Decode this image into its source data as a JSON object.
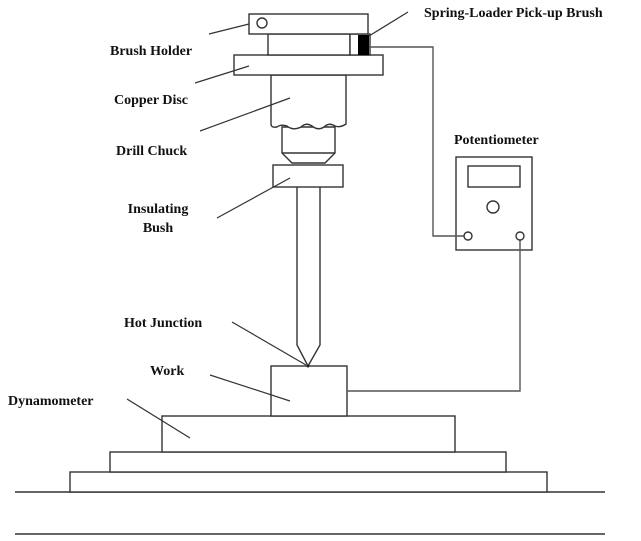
{
  "diagram": {
    "title": "Drill tool-work thermocouple setup",
    "labels": {
      "brush_holder": "Brush Holder",
      "spring_brush": "Spring-Loader Pick-up Brush",
      "copper_disc": "Copper Disc",
      "drill_chuck": "Drill Chuck",
      "insulating_line1": "Insulating",
      "insulating_line2": "Bush",
      "potentiometer": "Potentiometer",
      "hot_junction": "Hot Junction",
      "work": "Work",
      "dynamometer": "Dynamometer"
    },
    "colors": {
      "line": "#333333",
      "brush": "#000000",
      "background": "#ffffff"
    }
  }
}
